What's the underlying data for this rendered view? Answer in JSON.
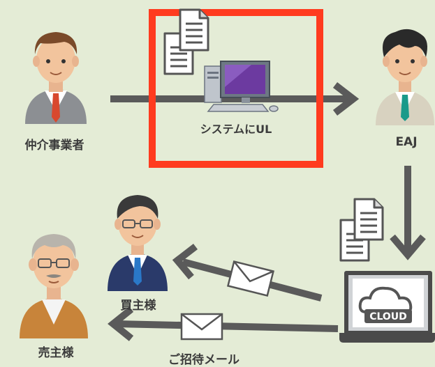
{
  "labels": {
    "broker": "仲介事業者",
    "eaj": "EAJ",
    "upload": "システムにUL",
    "buyer": "買主様",
    "seller": "売主様",
    "invite_mail": "ご招待メール",
    "cloud": "CLOUD"
  },
  "icons": [
    "broker-person-icon",
    "eaj-person-icon",
    "buyer-person-icon",
    "seller-person-icon",
    "document-icon",
    "computer-icon",
    "cloud-laptop-icon",
    "envelope-icon",
    "arrow-icon"
  ],
  "colors": {
    "background": "#e4ecd6",
    "highlight": "#ff3b1f",
    "arrow": "#5a5a5a"
  }
}
